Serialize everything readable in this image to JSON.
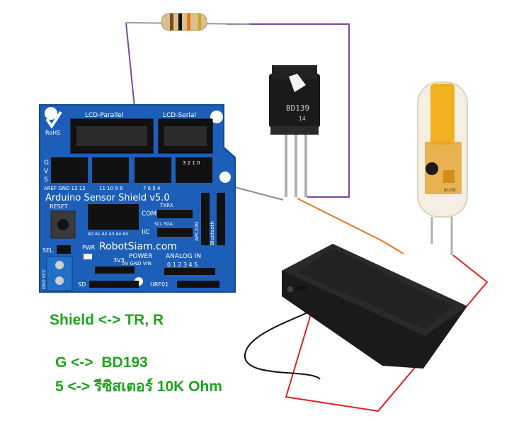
{
  "shield": {
    "title": "Arduino Sensor Shield v5.0",
    "brand": "RobotSiam.com",
    "logo_text": "RoHS",
    "lcd_parallel": "LCD-Parallel",
    "lcd_serial": "LCD-Serial",
    "aref_row": "AREF GND 13 12",
    "digital_mid": "11 10 9 8",
    "digital_right": "7 6 5 4",
    "digital_far": "3 2 1 0",
    "reset": "RESET",
    "sel": "SEL",
    "pwr": "PWR",
    "com": "COM",
    "iic": "IIC",
    "txrx": "TXRX",
    "scl_sda": "SCL SDA",
    "apc220": "APC220",
    "bluetooth": "Bluetooth",
    "power": "POWER",
    "v33": "3V3",
    "v5_gnd_vin": "5V GND VIN",
    "analog_in": "ANALOG IN",
    "analog_nums": "0 1 2 3 4 5",
    "analog_pins": "A0 A1 A2 A3 A4 A5",
    "sd": "SD",
    "urf01": "URF01",
    "gvs": [
      "G",
      "V",
      "S"
    ],
    "gnd_vcc": "GND VCC"
  },
  "transistor": {
    "label": "BD139",
    "sub": "14"
  },
  "led": {
    "label": "AC/DC"
  },
  "notes": {
    "line1": "Shield <-> TR, R",
    "line2": "G <->  BD193",
    "line3": "5 <-> รีซิสเตอร์ 10K Ohm"
  },
  "colors": {
    "pcb": "#1d5fb8",
    "note_text": "#1fa31f",
    "wire_purple": "#7a4a9c",
    "wire_orange": "#e07820",
    "wire_red": "#e02020",
    "wire_gray": "#8a8a8a"
  }
}
